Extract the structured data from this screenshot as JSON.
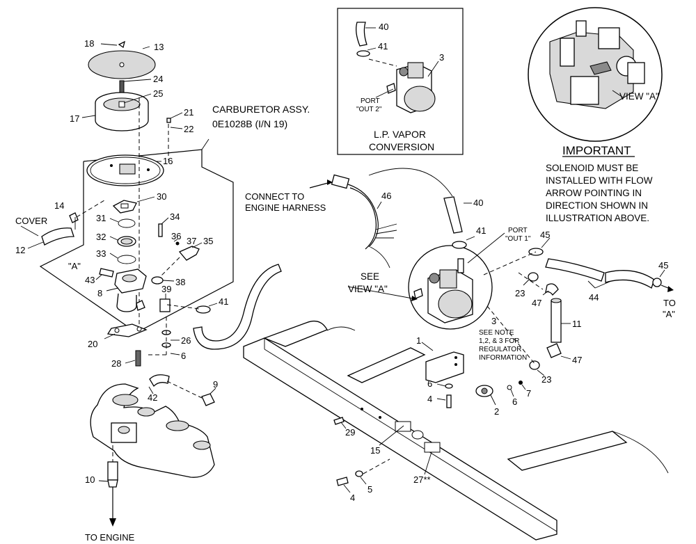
{
  "labels": {
    "carb_title_1": "CARBURETOR ASSY.",
    "carb_title_2": "0E1028B (I/N 19)",
    "lp_title_1": "L.P. VAPOR",
    "lp_title_2": "CONVERSION",
    "port_out2_1": "PORT",
    "port_out2_2": "\"OUT 2\"",
    "port_out1_1": "PORT",
    "port_out1_2": "\"OUT 1\"",
    "view_a": "VIEW \"A\"",
    "important": "IMPORTANT",
    "imp_line1": "SOLENOID MUST BE",
    "imp_line2": "INSTALLED WITH FLOW",
    "imp_line3": "ARROW POINTING IN",
    "imp_line4": "DIRECTION SHOWN IN",
    "imp_line5": "ILLUSTRATION ABOVE.",
    "connect_1": "CONNECT TO",
    "connect_2": "ENGINE HARNESS",
    "see_1": "SEE",
    "see_2": "VIEW \"A\"",
    "note_1": "SEE NOTE",
    "note_2": "1,2, & 3 FOR",
    "note_3": "REGULATOR",
    "note_4": "INFORMATION",
    "cover": "COVER",
    "a_marker": "\"A\"",
    "to_1": "TO",
    "to_2": "\"A\"",
    "to_engine": "TO ENGINE"
  },
  "part_numbers": {
    "p1": "1",
    "p2": "2",
    "p3a": "3",
    "p3b": "3",
    "p4a": "4",
    "p4b": "4",
    "p5": "5",
    "p6a": "6",
    "p6b": "6",
    "p6c": "6",
    "p7": "7",
    "p8": "8",
    "p9": "9",
    "p10": "10",
    "p11": "11",
    "p12": "12",
    "p13": "13",
    "p14": "14",
    "p15": "15",
    "p16": "16",
    "p17": "17",
    "p18": "18",
    "p20": "20",
    "p21": "21",
    "p22": "22",
    "p23a": "23",
    "p23b": "23",
    "p24": "24",
    "p25": "25",
    "p26": "26",
    "p27": "27**",
    "p28": "28",
    "p29": "29",
    "p30": "30",
    "p31": "31",
    "p32": "32",
    "p33": "33",
    "p34": "34",
    "p35": "35",
    "p36": "36",
    "p37": "37",
    "p38": "38",
    "p39": "39",
    "p40a": "40",
    "p40b": "40",
    "p41a": "41",
    "p41b": "41",
    "p41c": "41",
    "p42": "42",
    "p43": "43",
    "p44": "44",
    "p45a": "45",
    "p45b": "45",
    "p46": "46",
    "p47a": "47",
    "p47b": "47"
  }
}
